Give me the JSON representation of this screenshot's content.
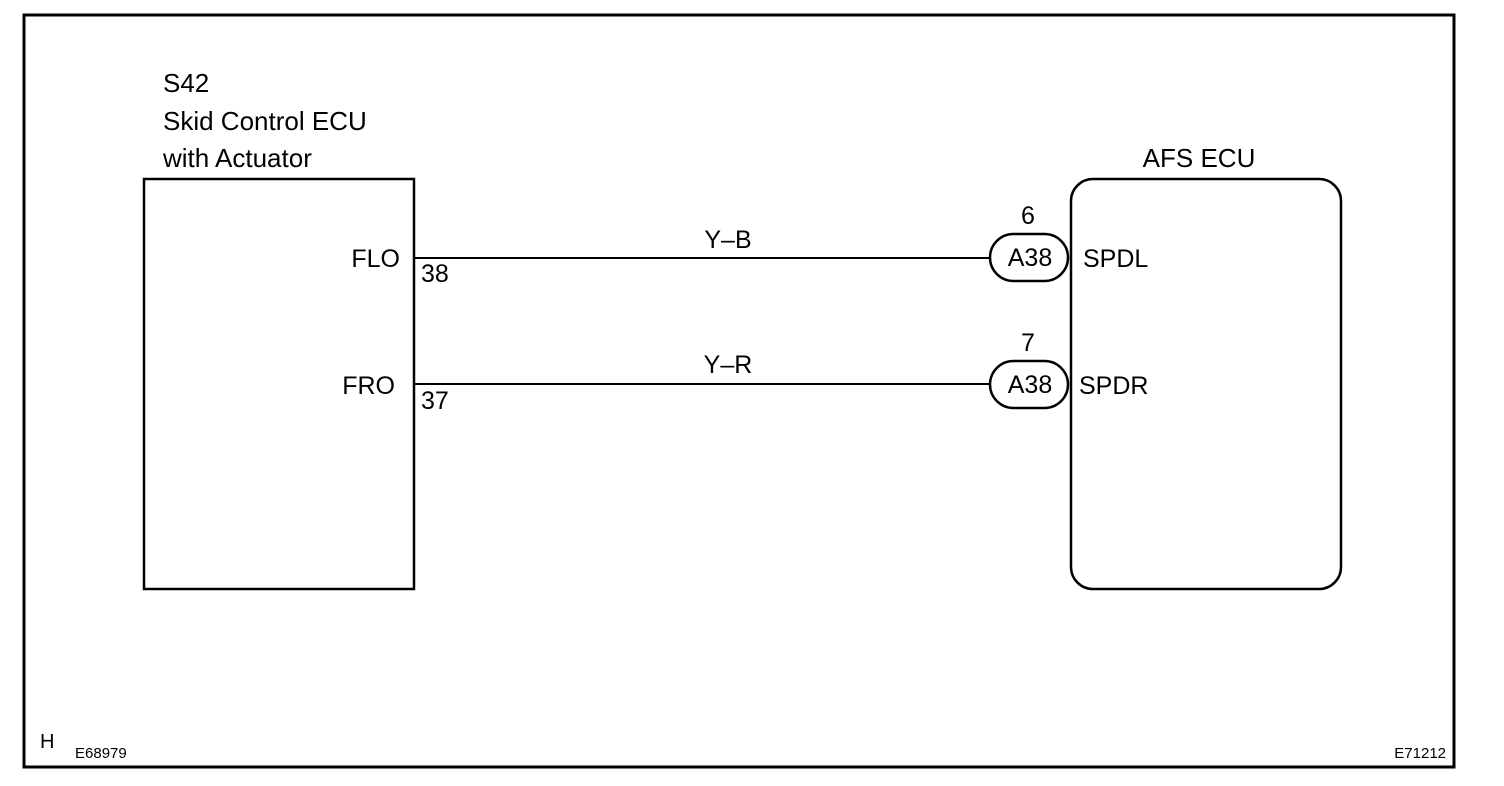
{
  "left_component": {
    "code": "S42",
    "name_line1": "Skid Control ECU",
    "name_line2": "with Actuator",
    "terminals": [
      {
        "label": "FLO",
        "pin": "38"
      },
      {
        "label": "FRO",
        "pin": "37"
      }
    ]
  },
  "right_component": {
    "name": "AFS ECU",
    "terminals": [
      {
        "label": "SPDL",
        "connector": "A38",
        "pin": "6"
      },
      {
        "label": "SPDR",
        "connector": "A38",
        "pin": "7"
      }
    ]
  },
  "wires": [
    {
      "color_code": "Y–B"
    },
    {
      "color_code": "Y–R"
    }
  ],
  "footer": {
    "marker": "H",
    "left_code": "E68979",
    "right_code": "E71212"
  }
}
